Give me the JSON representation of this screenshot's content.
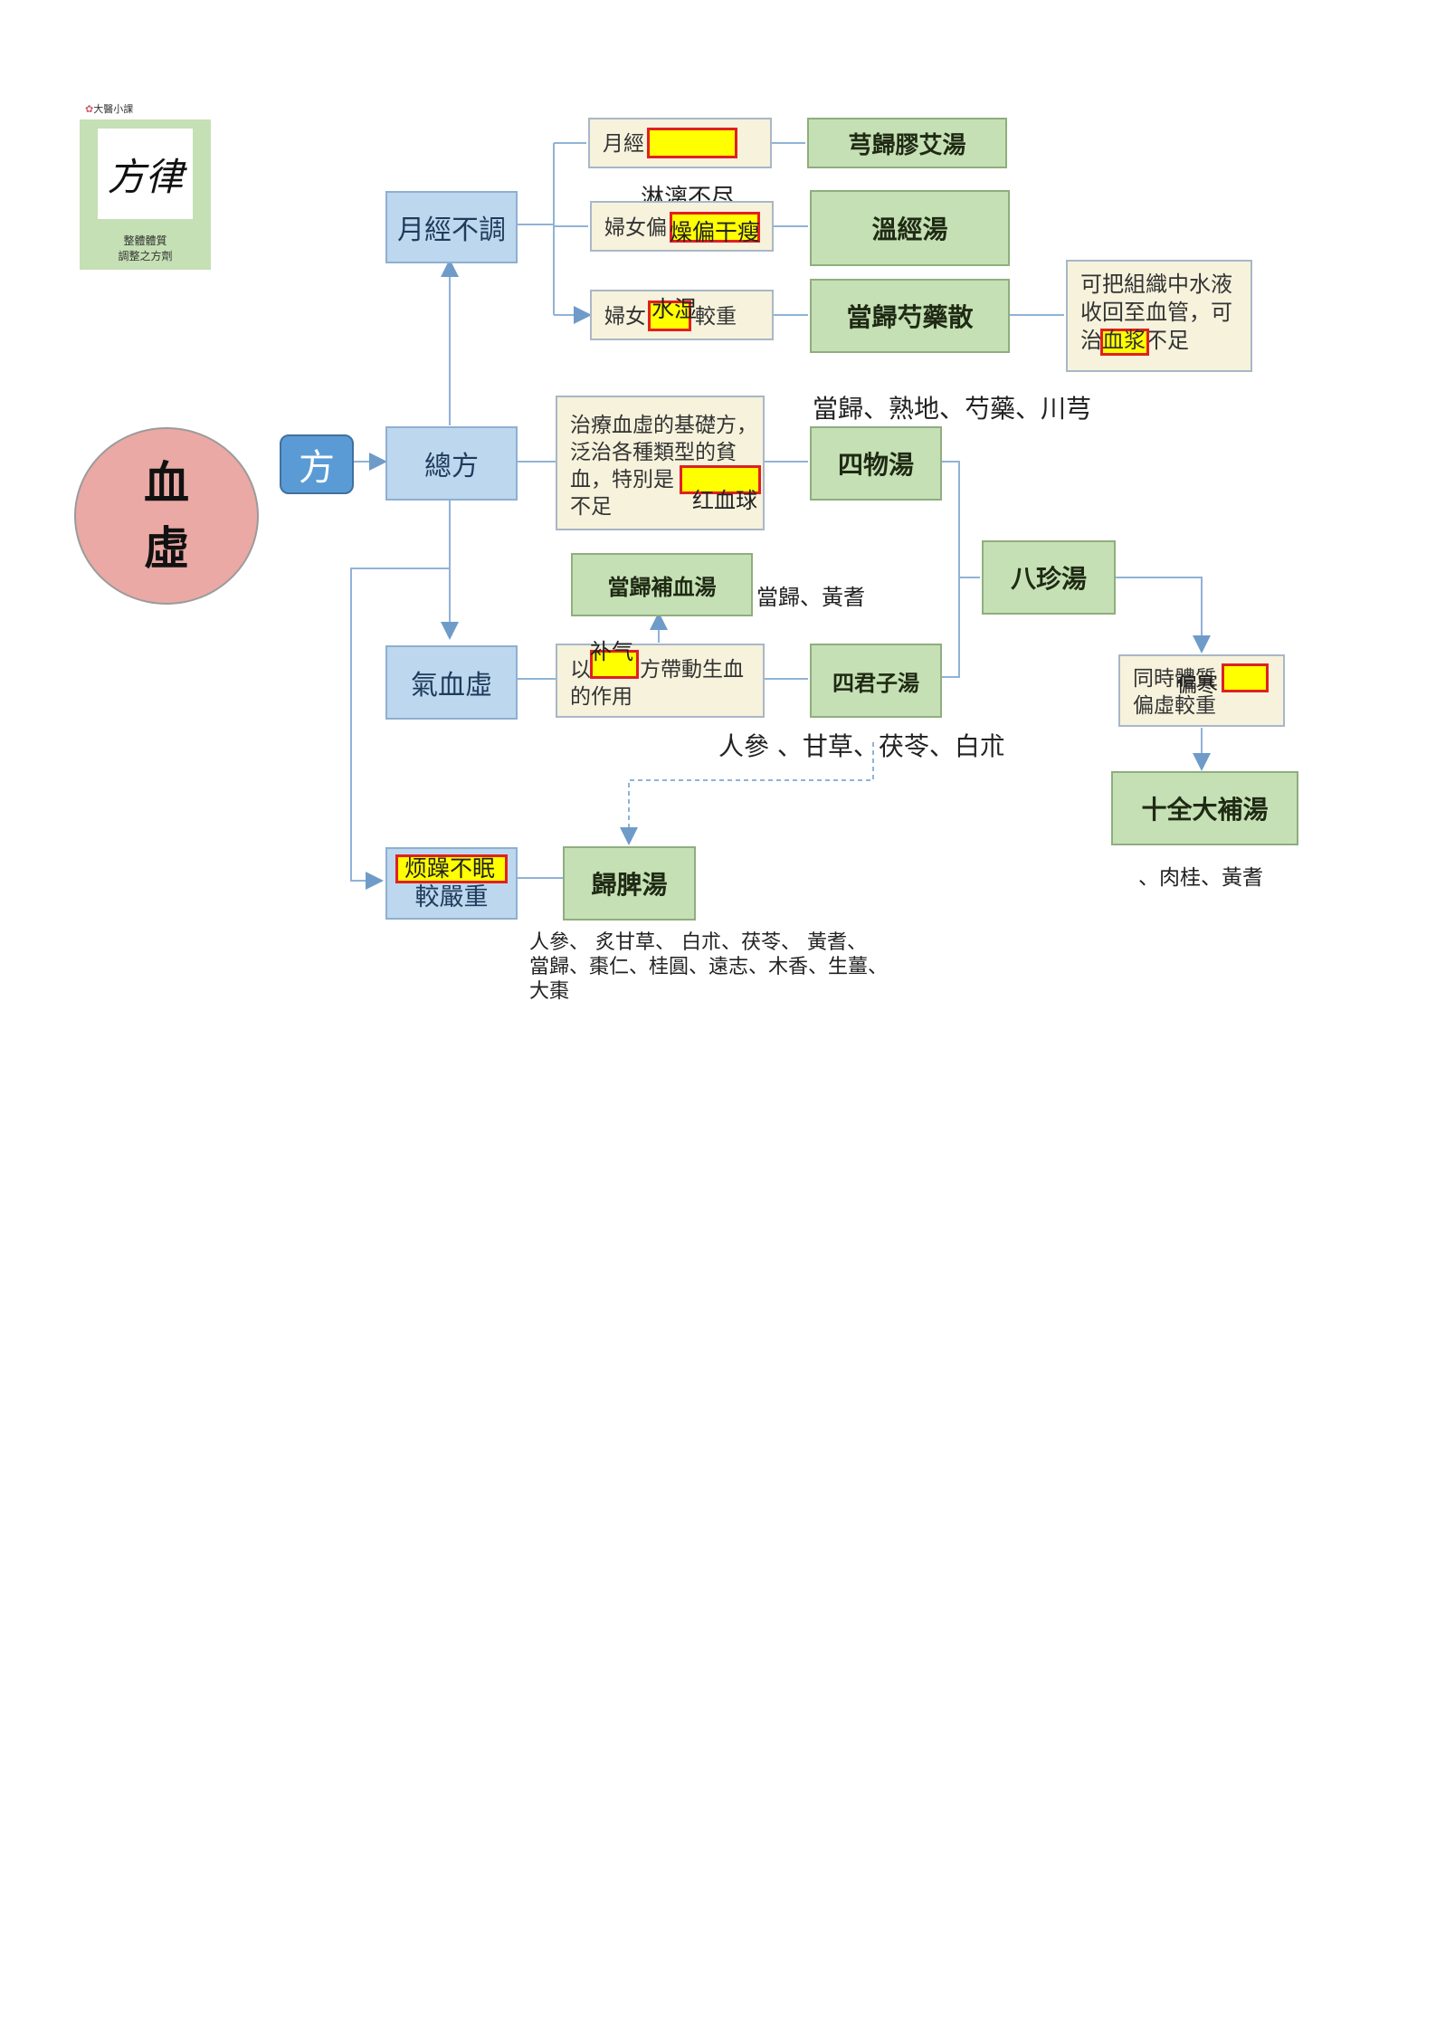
{
  "logo": {
    "brand_tag": "大醫小課",
    "main_glyph": "方律",
    "caption_line1": "整體體質",
    "caption_line2": "調整之方劑"
  },
  "root": {
    "line1": "血",
    "line2": "虛"
  },
  "fang_badge": "方",
  "categories": {
    "yuejing": "月經不調",
    "zongfang": "總方",
    "qixue": "氣血虛",
    "fanzao_highlight": "烦躁不眠",
    "fanzao_text": "較嚴重"
  },
  "conditions": {
    "yuejing_prefix": "月經",
    "yuejing_answer": "淋漓不尽",
    "funu_zao_prefix": "婦女偏",
    "funu_zao_answer": "燥偏干瘦",
    "funu_shui_prefix": "婦女",
    "funu_shui_answer": "水湿",
    "funu_shui_suffix": "較重"
  },
  "formulas": {
    "xiongui": "芎歸膠艾湯",
    "wenjing": "溫經湯",
    "danggui_shaoyao": "當歸芍藥散",
    "siwu": "四物湯",
    "danggui_buxue": "當歸補血湯",
    "sijunzi": "四君子湯",
    "bazhen": "八珍湯",
    "shiquan": "十全大補湯",
    "guipi": "歸脾湯"
  },
  "notes": {
    "danggui_shaoyao_desc_1": "可把組織中水液",
    "danggui_shaoyao_desc_2": "收回至血管，可",
    "danggui_shaoyao_desc_3_pre": "治",
    "danggui_shaoyao_desc_3_hl": "血浆",
    "danggui_shaoyao_desc_3_post": "不足",
    "siwu_desc_1": "治療血虛的基礎方，",
    "siwu_desc_2": "泛治各種類型的貧",
    "siwu_desc_3": "血，特別是",
    "siwu_desc_hl": "红血球",
    "siwu_desc_4": "不足",
    "qi_desc_pre": "以",
    "qi_desc_hl": "补气",
    "qi_desc_post": "方帶動生血",
    "qi_desc_2": "的作用",
    "shiquan_desc_pre": "同時體質",
    "shiquan_desc_hl": "偏寒",
    "shiquan_desc_2": "偏虛較重"
  },
  "ingredients": {
    "siwu": "當歸、熟地、芍藥、川芎",
    "danggui_buxue": "當歸、黃耆",
    "sijunzi": "人參 、甘草、茯苓、白朮",
    "shiquan": "、肉桂、黃耆",
    "guipi_1": "人參、 炙甘草、 白朮、茯苓、 黃耆、",
    "guipi_2": "當歸、棗仁、桂圓、遠志、木香、生薑、",
    "guipi_3": "大棗"
  },
  "colors": {
    "root_fill": "#eaa9a4",
    "blue_box": "#bdd7ee",
    "green_box": "#c5e0b4",
    "cream_box": "#f6f2dc",
    "highlight": "#ffff00",
    "highlight_border": "#e02020",
    "connector": "#7fa7cf"
  }
}
